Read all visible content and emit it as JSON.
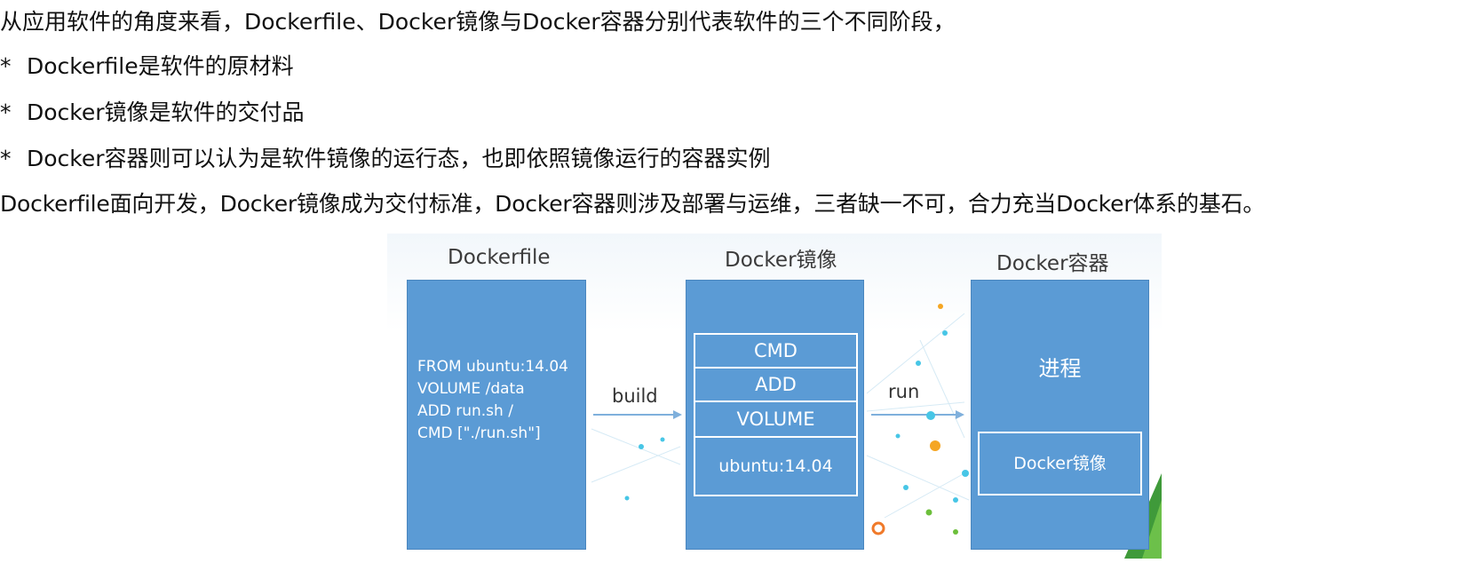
{
  "text": {
    "intro": "从应用软件的角度来看，Dockerfile、Docker镜像与Docker容器分别代表软件的三个不同阶段，",
    "bullets": [
      {
        "mark": "*",
        "text": "Dockerfile是软件的原材料"
      },
      {
        "mark": "*",
        "text": "Docker镜像是软件的交付品"
      },
      {
        "mark": "*",
        "text": "Docker容器则可以认为是软件镜像的运行态，也即依照镜像运行的容器实例"
      }
    ],
    "summary": "Dockerfile面向开发，Docker镜像成为交付标准，Docker容器则涉及部署与运维，三者缺一不可，合力充当Docker体系的基石。"
  },
  "diagram": {
    "dockerfile": {
      "title": "Dockerfile",
      "lines": [
        "FROM ubuntu:14.04",
        "VOLUME /data",
        "ADD run.sh /",
        "CMD [\"./run.sh\"]"
      ]
    },
    "image": {
      "title": "Docker镜像",
      "layers": [
        "CMD",
        "ADD",
        "VOLUME",
        "ubuntu:14.04"
      ]
    },
    "container": {
      "title": "Docker容器",
      "process": "进程",
      "inner_image": "Docker镜像"
    },
    "arrows": {
      "build": "build",
      "run": "run"
    },
    "colors": {
      "box_fill": "#5b9bd5",
      "arrow": "#7fb0dc",
      "dot_cyan": "#47c6e6",
      "dot_orange": "#f5a623",
      "dot_green": "#6cbf3b",
      "ring_orange": "#f07a2a"
    }
  }
}
